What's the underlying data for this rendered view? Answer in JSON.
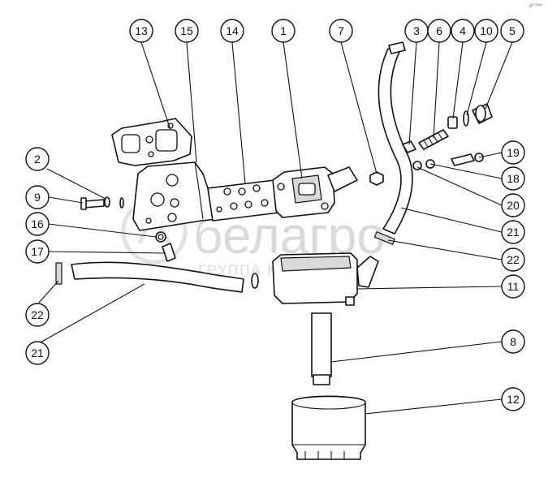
{
  "corner_mark": "ᴅᴾ ᴿᴰᴰ",
  "watermark": {
    "brand": "белагро",
    "tagline": "ГРУППА КОМПАНИЙ"
  },
  "callouts": [
    {
      "id": "c13",
      "label": "13"
    },
    {
      "id": "c15",
      "label": "15"
    },
    {
      "id": "c14",
      "label": "14"
    },
    {
      "id": "c1",
      "label": "1"
    },
    {
      "id": "c7",
      "label": "7"
    },
    {
      "id": "c3",
      "label": "3"
    },
    {
      "id": "c6",
      "label": "6"
    },
    {
      "id": "c4",
      "label": "4"
    },
    {
      "id": "c10",
      "label": "10"
    },
    {
      "id": "c5",
      "label": "5"
    },
    {
      "id": "c19",
      "label": "19"
    },
    {
      "id": "c18",
      "label": "18"
    },
    {
      "id": "c20",
      "label": "20"
    },
    {
      "id": "c21a",
      "label": "21"
    },
    {
      "id": "c22a",
      "label": "22"
    },
    {
      "id": "c11",
      "label": "11"
    },
    {
      "id": "c8",
      "label": "8"
    },
    {
      "id": "c12",
      "label": "12"
    },
    {
      "id": "c2",
      "label": "2"
    },
    {
      "id": "c9",
      "label": "9"
    },
    {
      "id": "c16",
      "label": "16"
    },
    {
      "id": "c17",
      "label": "17"
    },
    {
      "id": "c22b",
      "label": "22"
    },
    {
      "id": "c21b",
      "label": "21"
    }
  ]
}
